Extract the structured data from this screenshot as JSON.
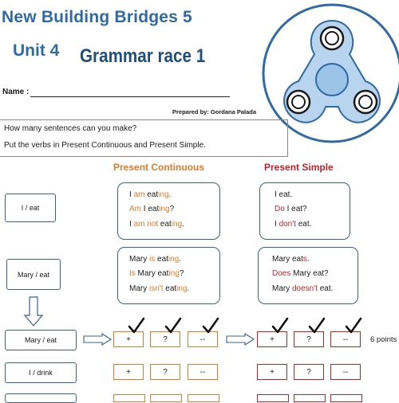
{
  "header": {
    "book_title": "New Building Bridges 5",
    "unit": "Unit 4",
    "race_title": "Grammar race 1",
    "name_label": "Name :",
    "prepared_by": "Prepared by: Gordana Palada"
  },
  "instructions": {
    "line1": "How many sentences can you make?",
    "line2": "Put the verbs in Present Continuous and Present Simple."
  },
  "columns": {
    "continuous": "Present Continuous",
    "simple": "Present Simple"
  },
  "examples": {
    "i_eat": {
      "prompt": "I  / eat",
      "continuous": {
        "l1": {
          "a": "I ",
          "b": "am",
          "c": "  eat",
          "d": "ing",
          "e": "."
        },
        "l2": {
          "a": "Am",
          "b": " I  eat",
          "c": "ing",
          "d": "?"
        },
        "l3": {
          "a": "I ",
          "b": "am not",
          "c": "  eat",
          "d": "ing",
          "e": "."
        }
      },
      "simple": {
        "l1": "I  eat.",
        "l2": {
          "a": "Do",
          "b": " I eat?"
        },
        "l3": {
          "a": "I ",
          "b": "don't",
          "c": " eat."
        }
      }
    },
    "mary_eat": {
      "prompt": "Mary / eat",
      "continuous": {
        "l1": {
          "a": "Mary ",
          "b": "is",
          "c": " eat",
          "d": "ing",
          "e": "."
        },
        "l2": {
          "a": "Is",
          "b": " Mary eat",
          "c": "ing",
          "d": "?"
        },
        "l3": {
          "a": "Mary ",
          "b": "isn't",
          "c": " eat",
          "d": "ing",
          "e": "."
        }
      },
      "simple": {
        "l1": {
          "a": "Mary eat",
          "b": "s",
          "c": "."
        },
        "l2": {
          "a": "Does",
          "b": " Mary eat?"
        },
        "l3": {
          "a": "Mary ",
          "b": "doesn't",
          "c": " eat."
        }
      }
    }
  },
  "exercise_rows": [
    {
      "prompt": "Mary / eat",
      "points": "6 points"
    },
    {
      "prompt": "I  / drink"
    }
  ],
  "symbols": {
    "plus": "+",
    "question": "?",
    "negative": "--"
  },
  "colors": {
    "title_blue": "#2f6aa3",
    "continuous_orange": "#e07b2a",
    "simple_red": "#c0242b",
    "box_border": "#3a5f8a",
    "spinner_fill": "#b8d4ee"
  },
  "icons": [
    "fidget-spinner-icon",
    "down-arrow-icon",
    "right-arrow-icon",
    "checkmark-icon"
  ]
}
